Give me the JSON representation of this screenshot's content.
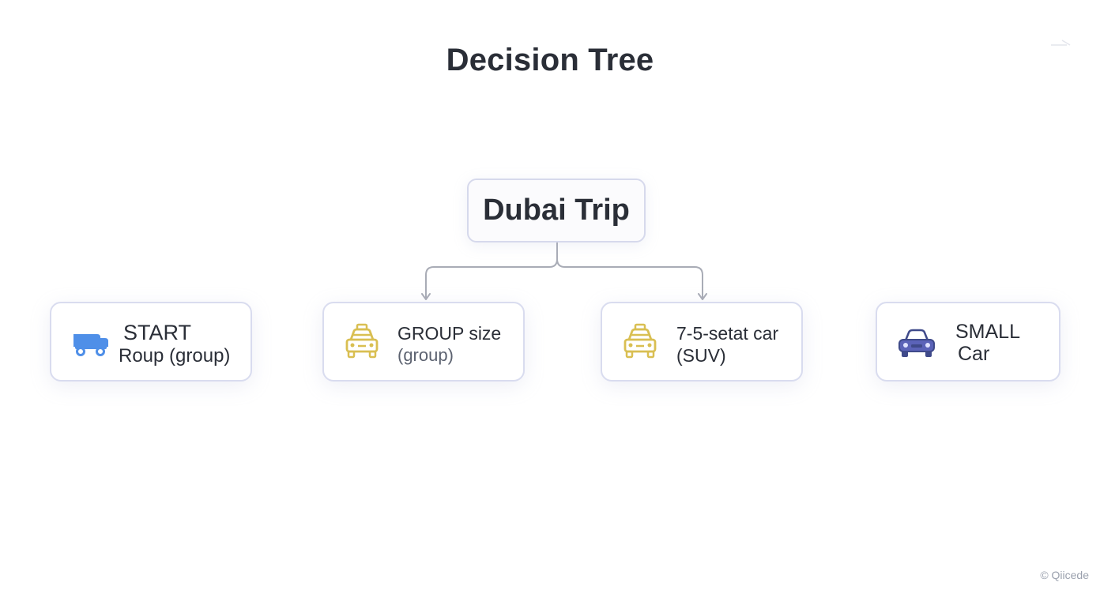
{
  "title": "Decision Tree",
  "root": {
    "label": "Dubai Trip"
  },
  "nodes": [
    {
      "line1": "START",
      "line2": "Roup  (group)",
      "icon": "truck-icon",
      "icon_color": "#4f8fe8"
    },
    {
      "line1": "GROUP size",
      "line2": "(group)",
      "icon": "taxi-icon",
      "icon_color": "#d9bf52"
    },
    {
      "line1": "7-5-setat car",
      "line2": "(SUV)",
      "icon": "taxi-icon",
      "icon_color": "#d9bf52"
    },
    {
      "line1": "SMALL",
      "line2": "Car",
      "icon": "car-icon",
      "icon_color": "#5b63b8"
    }
  ],
  "watermark": "© Qiicede",
  "colors": {
    "border": "#d9dcef",
    "connector": "#a9acb6",
    "text": "#2a2e37",
    "muted_text": "#5c6270"
  }
}
